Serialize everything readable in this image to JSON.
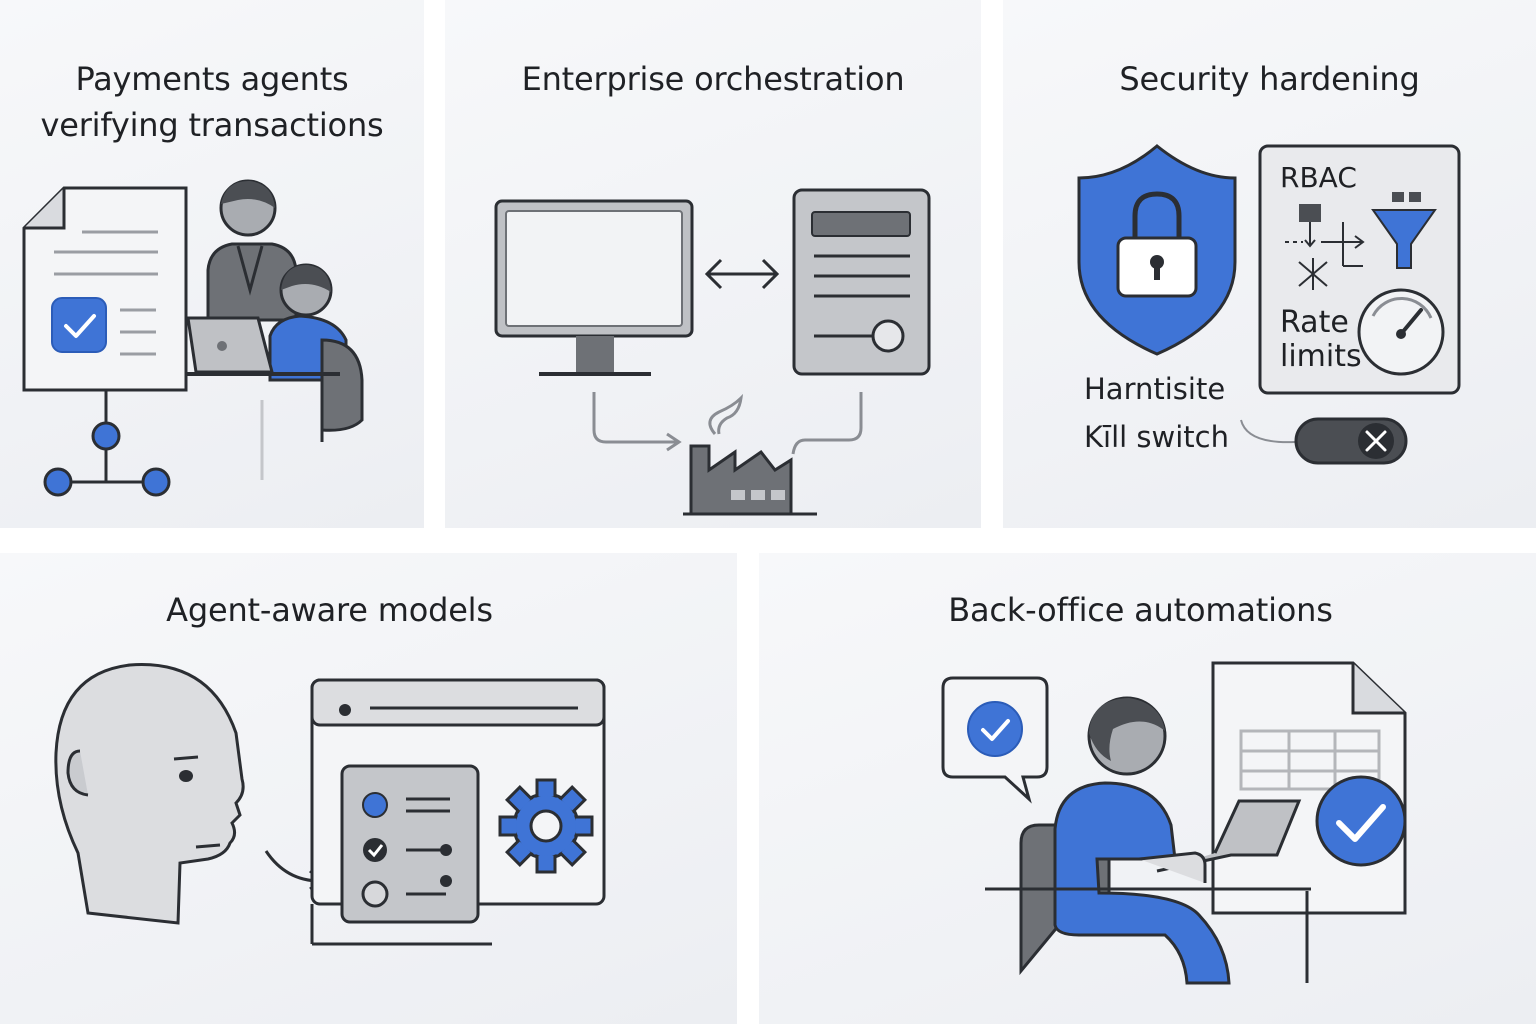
{
  "panels": {
    "payments": {
      "title_line1": "Payments agents",
      "title_line2": "verifying transactions"
    },
    "orchestration": {
      "title": "Enterprise orchestration"
    },
    "security": {
      "title": "Security hardening",
      "rbac_label": "RBAC",
      "rate_limits_line1": "Rate",
      "rate_limits_line2": "limits",
      "harntisite_label": "Harntisite",
      "kill_switch_label": "Kīll switch"
    },
    "models": {
      "title": "Agent-aware models"
    },
    "backoffice": {
      "title": "Back-office automations"
    }
  },
  "colors": {
    "accent_blue": "#3f74d6",
    "stroke_dark": "#2b2e33",
    "gray_mid": "#8a8d93",
    "gray_light": "#c9cbcf"
  },
  "icons": [
    "document-check-icon",
    "network-nodes-icon",
    "people-icon",
    "laptop-icon",
    "monitor-icon",
    "server-icon",
    "factory-icon",
    "bidirectional-arrow-icon",
    "shield-lock-icon",
    "funnel-icon",
    "gauge-icon",
    "toggle-switch-icon",
    "head-profile-icon",
    "browser-window-icon",
    "gear-icon",
    "checklist-icon",
    "chat-check-icon",
    "person-laptop-icon",
    "spreadsheet-document-icon",
    "check-badge-icon"
  ]
}
